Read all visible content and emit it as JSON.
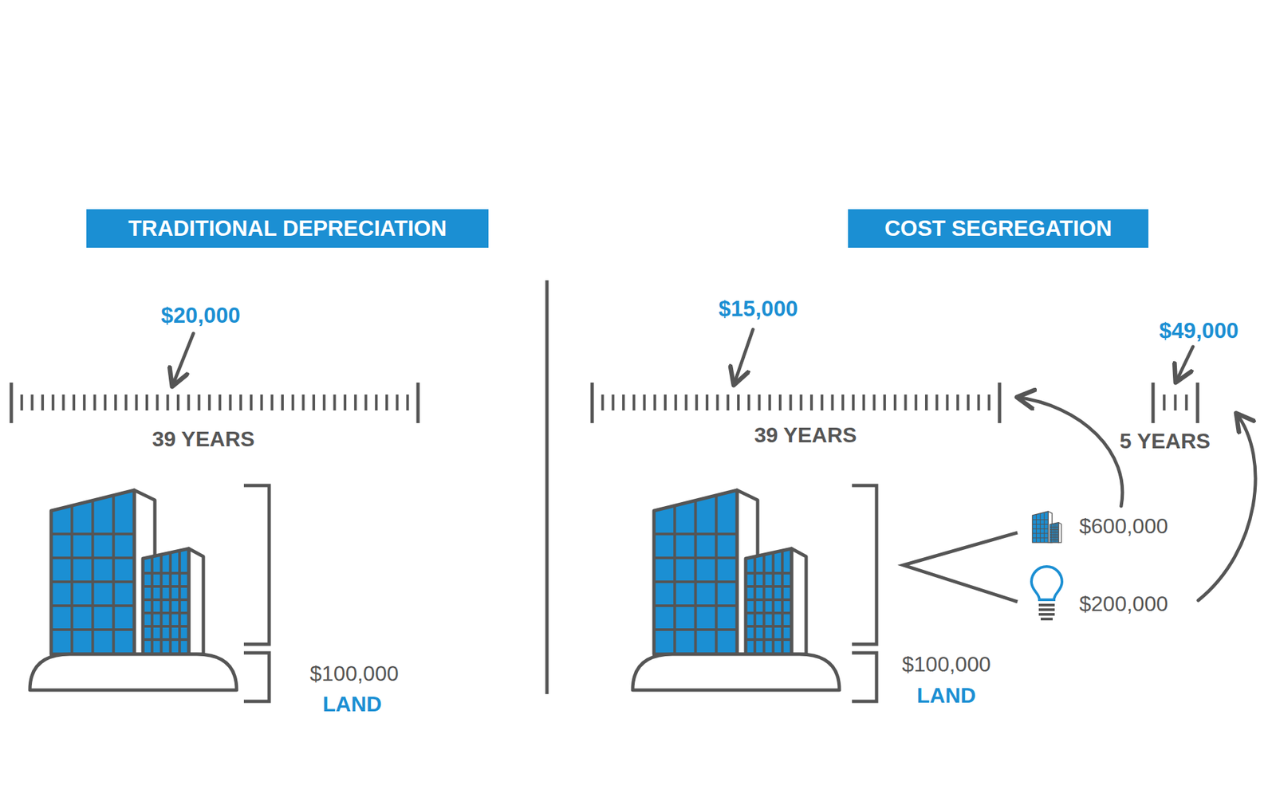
{
  "diagram": {
    "nodes": [
      {
        "text": [
          "TRADITIONAL DEPRECIATION"
        ]
      },
      {
        "text": [
          "COST SEGREGATION"
        ]
      }
    ],
    "labels": [
      "$20,000",
      "39 YEARS",
      "$100,000",
      "LAND",
      "$15,000",
      "39 YEARS",
      "$49,000",
      "5 YEARS",
      "$600,000",
      "$200,000",
      "$100,000",
      "LAND"
    ]
  }
}
